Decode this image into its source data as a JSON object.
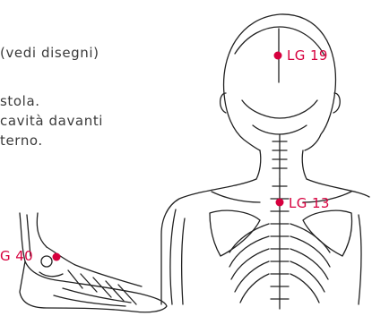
{
  "text_lines": [
    "(vedi disegni)",
    "stola.",
    "cavità davanti",
    "terno."
  ],
  "points": {
    "lg19": "LG 19",
    "lg13": "LG 13",
    "g40": "G 40"
  },
  "colors": {
    "accent": "#d6003e",
    "ink": "#222222"
  }
}
